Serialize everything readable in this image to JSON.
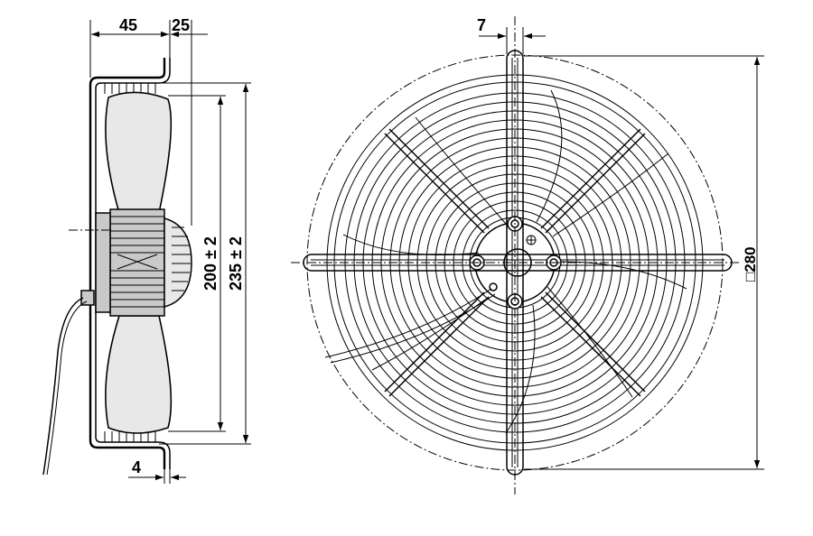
{
  "dimensions": {
    "width_45": "45",
    "width_25": "25",
    "bracket_4": "4",
    "dia_200": "200 ± 2",
    "dia_235": "235 ± 2",
    "hole_7": "7",
    "square_280": "□280"
  },
  "colors": {
    "ink": "#000000",
    "paper": "#ffffff",
    "hatch": "#c9c9c9"
  }
}
